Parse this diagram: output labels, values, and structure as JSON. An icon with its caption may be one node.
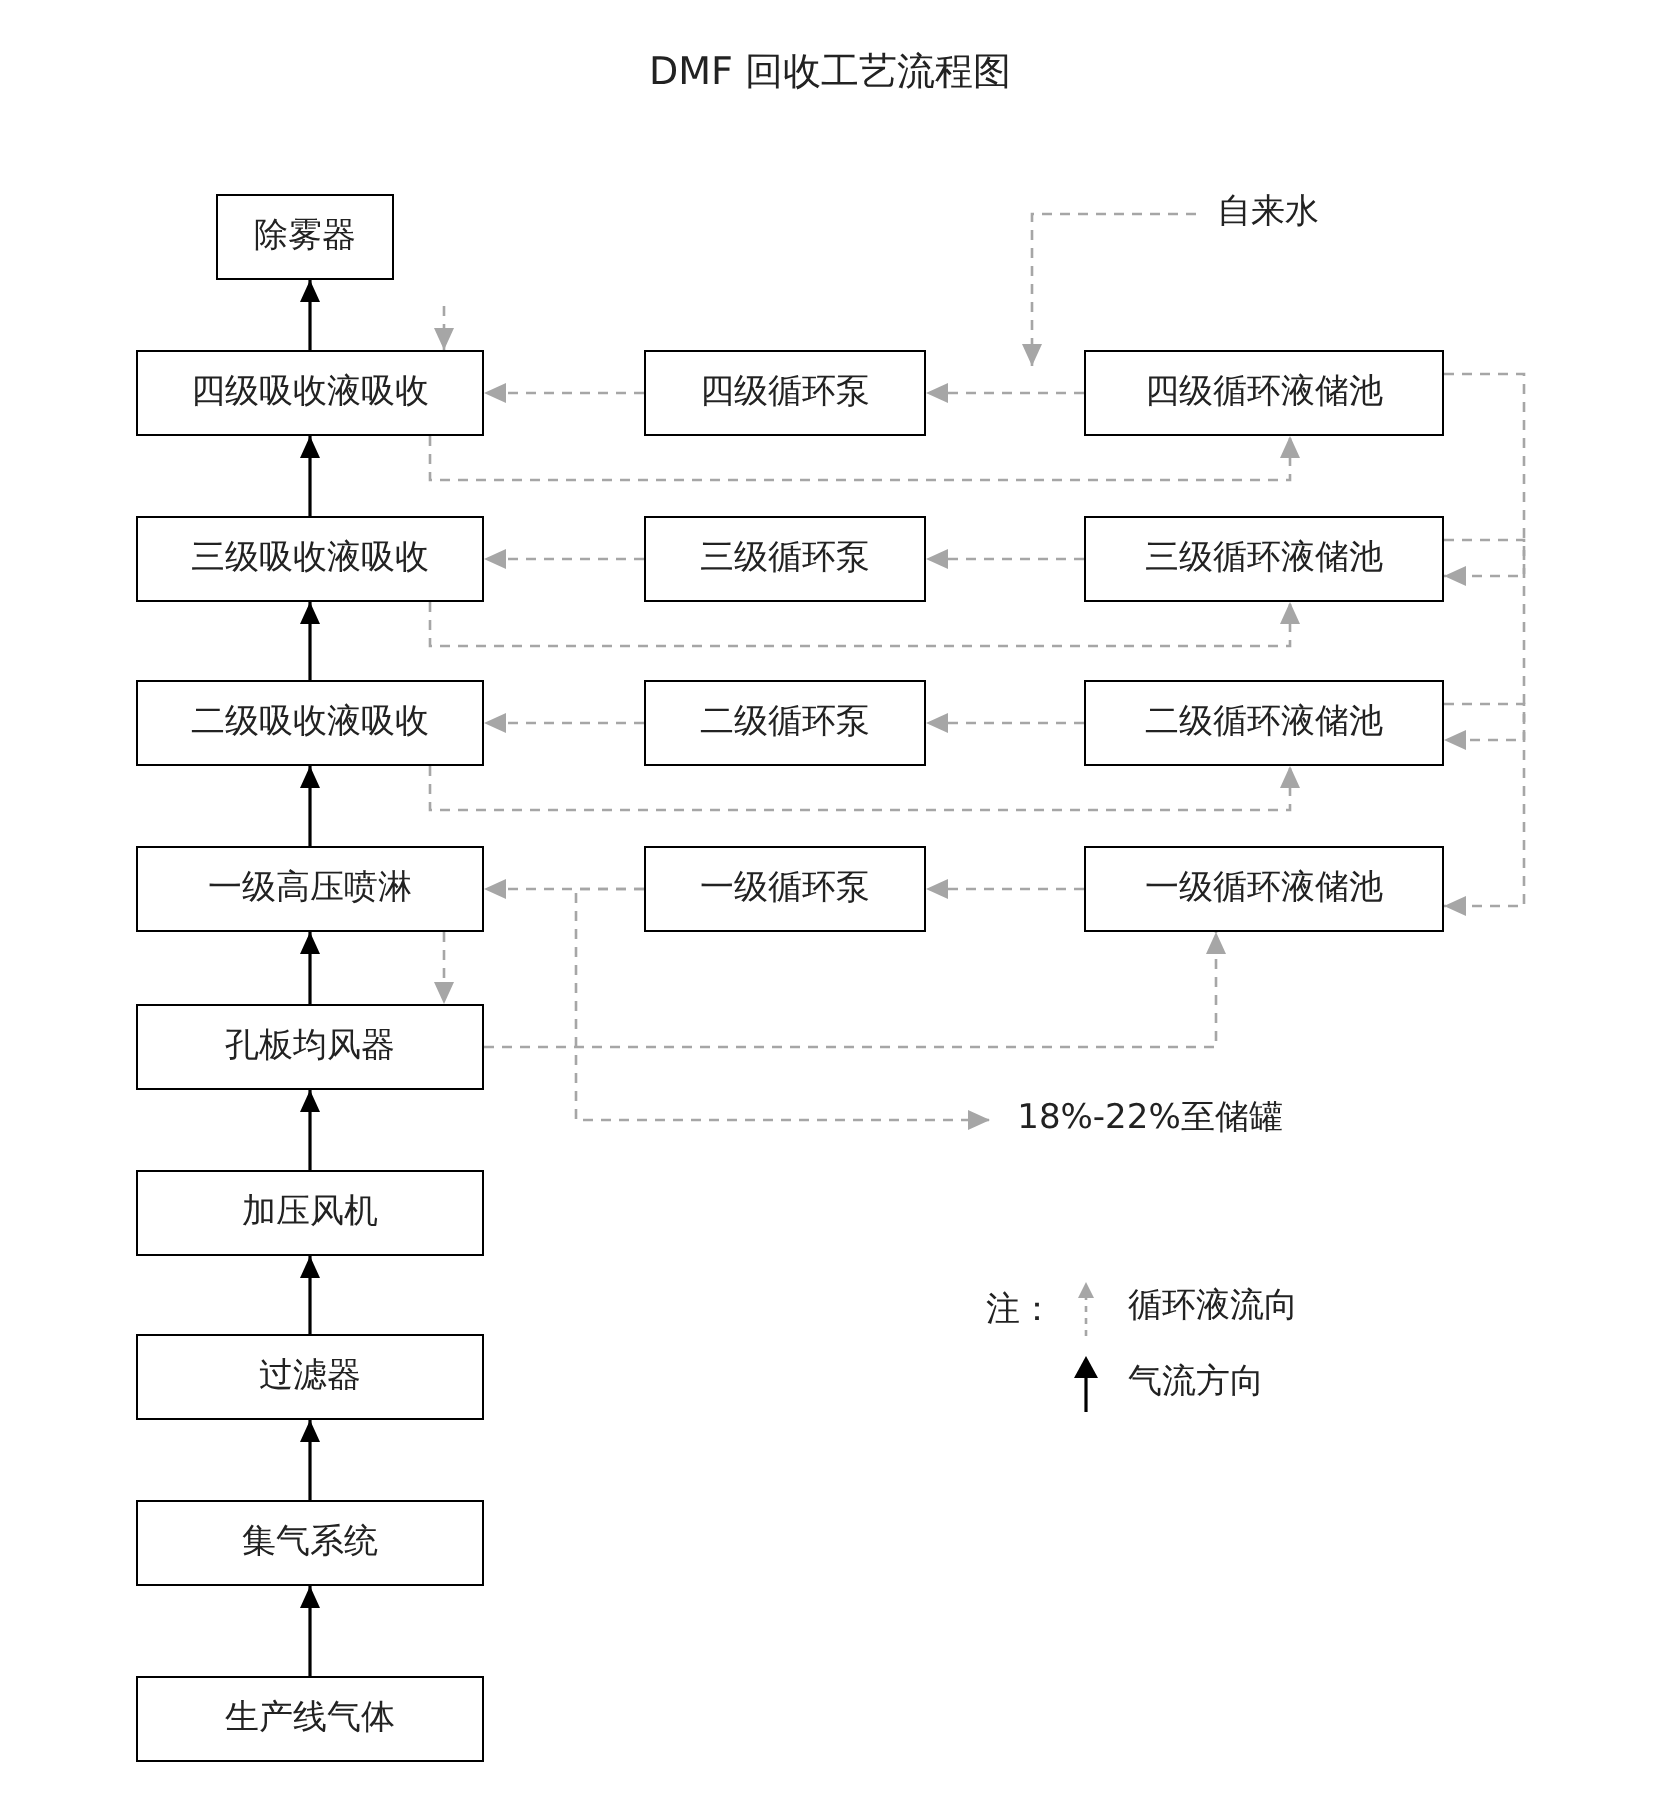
{
  "diagram": {
    "title": "DMF 回收工艺流程图",
    "nodes": [
      {
        "text": [
          "自来水"
        ]
      },
      {
        "text": [
          "除雾器"
        ]
      },
      {
        "text": [
          "四级吸收液吸收"
        ]
      },
      {
        "text": [
          "四级循环泵"
        ]
      },
      {
        "text": [
          "四级循环液储池"
        ]
      },
      {
        "text": [
          "三级吸收液吸收"
        ]
      },
      {
        "text": [
          "三级循环泵"
        ]
      },
      {
        "text": [
          "三级循环液储池"
        ]
      },
      {
        "text": [
          "二级吸收液吸收"
        ]
      },
      {
        "text": [
          "二级循环泵"
        ]
      },
      {
        "text": [
          "二级循环液储池"
        ]
      },
      {
        "text": [
          "一级高压喷淋"
        ]
      },
      {
        "text": [
          "一级循环泵"
        ]
      },
      {
        "text": [
          "一级循环液储池"
        ]
      },
      {
        "text": [
          "孔板均风器"
        ]
      },
      {
        "text": [
          "18%-22%至储罐"
        ]
      },
      {
        "text": [
          "加压风机"
        ]
      },
      {
        "text": [
          "过滤器"
        ]
      },
      {
        "text": [
          "集气系统"
        ]
      },
      {
        "text": [
          "生产线气体"
        ]
      }
    ],
    "edges": [
      {
        "from": 19,
        "to": 18,
        "arrow": "to",
        "color": "#000000"
      },
      {
        "from": 18,
        "to": 17,
        "arrow": "to",
        "color": "#000000"
      },
      {
        "from": 17,
        "to": 16,
        "arrow": "to",
        "color": "#000000"
      },
      {
        "from": 16,
        "to": 14,
        "arrow": "to",
        "color": "#000000"
      },
      {
        "from": 14,
        "to": 11,
        "arrow": "to",
        "color": "#000000"
      },
      {
        "from": 11,
        "to": 8,
        "arrow": "to",
        "color": "#000000"
      },
      {
        "from": 8,
        "to": 5,
        "arrow": "to",
        "color": "#000000"
      },
      {
        "from": 5,
        "to": 2,
        "arrow": "to",
        "color": "#000000"
      },
      {
        "from": 2,
        "to": 1,
        "arrow": "to",
        "color": "#000000"
      },
      {
        "from": 0,
        "to": null,
        "arrow": "to",
        "style": "dashed"
      },
      {
        "from": 4,
        "to": 3,
        "arrow": "to",
        "style": "dashed"
      },
      {
        "from": 3,
        "to": 2,
        "arrow": "to",
        "style": "dashed"
      },
      {
        "from": 7,
        "to": 6,
        "arrow": "to",
        "style": "dashed"
      },
      {
        "from": 6,
        "to": 5,
        "arrow": "to",
        "style": "dashed"
      },
      {
        "from": 10,
        "to": 9,
        "arrow": "to",
        "style": "dashed"
      },
      {
        "from": 9,
        "to": 8,
        "arrow": "to",
        "style": "dashed"
      },
      {
        "from": 13,
        "to": 12,
        "arrow": "to",
        "style": "dashed"
      },
      {
        "from": 12,
        "to": 11,
        "arrow": "to",
        "style": "dashed"
      },
      {
        "from": 2,
        "to": 4,
        "arrow": "to",
        "style": "dashed"
      },
      {
        "from": 5,
        "to": 7,
        "arrow": "to",
        "style": "dashed"
      },
      {
        "from": 8,
        "to": 10,
        "arrow": "to",
        "style": "dashed"
      },
      {
        "from": 4,
        "to": 7,
        "arrow": "to",
        "style": "dashed"
      },
      {
        "from": 7,
        "to": 10,
        "arrow": "to",
        "style": "dashed"
      },
      {
        "from": 10,
        "to": 13,
        "arrow": "to",
        "style": "dashed"
      },
      {
        "from": 14,
        "to": 13,
        "arrow": "to",
        "style": "dashed"
      },
      {
        "from": 11,
        "to": 14,
        "arrow": "to",
        "style": "dashed"
      },
      {
        "from": null,
        "to": 2,
        "arrow": "to",
        "style": "dashed"
      },
      {
        "from": 12,
        "to": 15,
        "arrow": "to",
        "style": "dashed"
      }
    ],
    "labels": [
      "注："
    ],
    "legend": [
      {
        "text": "循环液流向"
      },
      {
        "text": "气流方向"
      }
    ]
  }
}
